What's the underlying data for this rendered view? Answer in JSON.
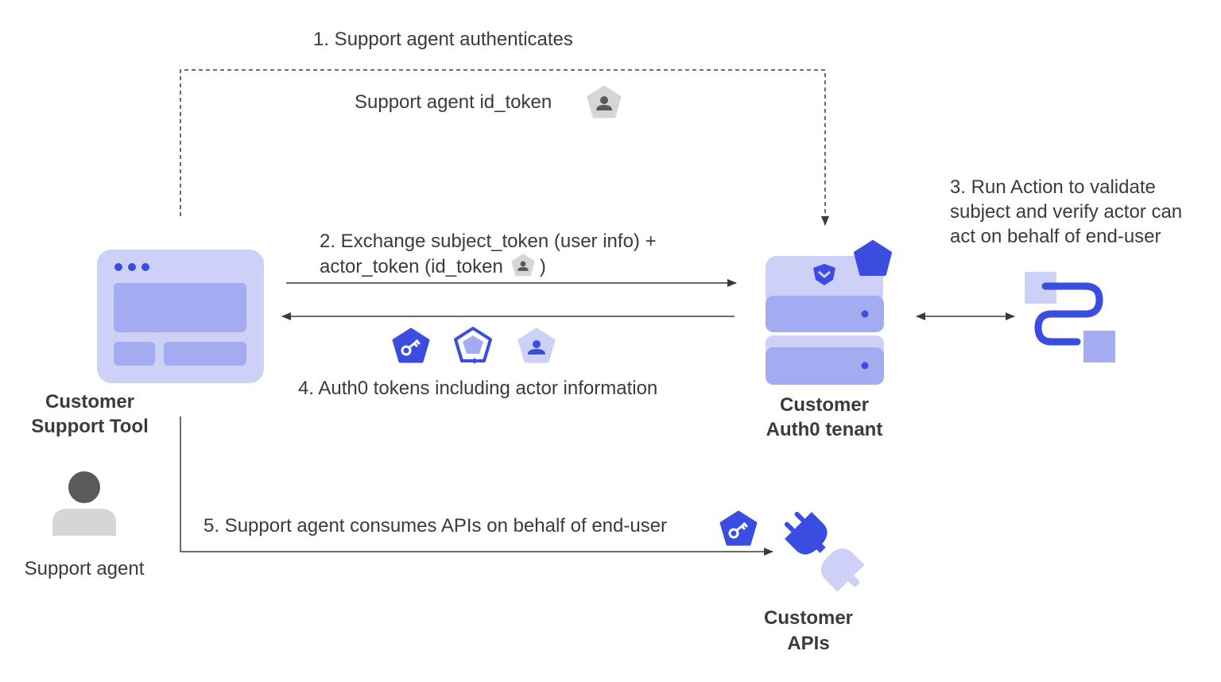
{
  "steps": {
    "step1": "1. Support agent authenticates",
    "id_token_label": "Support agent id_token",
    "step2_line1": "2. Exchange subject_token (user info) +",
    "step2_line2_prefix": "actor_token (id_token",
    "step2_line2_suffix": ")",
    "step3_line1": "3. Run Action to validate",
    "step3_line2": "subject and verify actor can",
    "step3_line3": "act on behalf of end-user",
    "step4": "4. Auth0 tokens including actor information",
    "step5": "5. Support agent consumes APIs on behalf of end-user"
  },
  "nodes": {
    "support_tool_line1": "Customer",
    "support_tool_line2": "Support Tool",
    "support_agent": "Support agent",
    "tenant_line1": "Customer",
    "tenant_line2": "Auth0 tenant",
    "apis_line1": "Customer",
    "apis_line2": "APIs"
  },
  "icons": {
    "id_token": "user-pentagon-icon",
    "access_token": "key-pentagon-icon",
    "refresh_token": "refresh-pentagon-icon",
    "actor_id_token": "user-pentagon-light-icon",
    "action": "action-flow-icon",
    "tenant": "server-shield-icon",
    "apis": "plug-icon",
    "app": "browser-window-icon",
    "agent": "person-icon"
  },
  "colors": {
    "brand_blue": "#3a4de0",
    "light_blue": "#cdd1f8",
    "mid_blue": "#a3abf1",
    "gray_icon": "#d6d6d6",
    "gray_person": "#5a5a5a",
    "text": "#3b3b3b",
    "line": "#3b3b3b"
  }
}
